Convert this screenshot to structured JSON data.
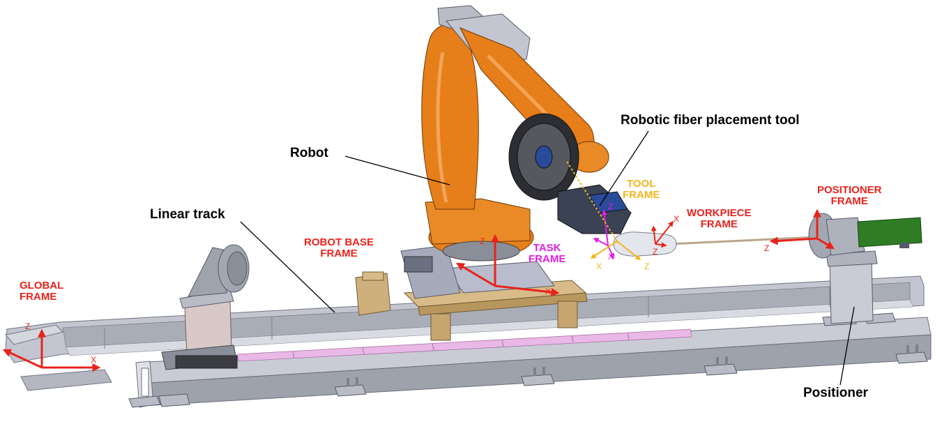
{
  "labels": {
    "robot": "Robot",
    "fiber_tool": "Robotic fiber placement tool",
    "linear_track": "Linear track",
    "positioner": "Positioner",
    "global_frame": [
      "GLOBAL",
      "FRAME"
    ],
    "robot_base_frame": [
      "ROBOT BASE",
      "FRAME"
    ],
    "task_frame": [
      "TASK",
      "FRAME"
    ],
    "tool_frame": [
      "TOOL",
      "FRAME"
    ],
    "workpiece_frame": [
      "WORKPIECE",
      "FRAME"
    ],
    "positioner_frame": [
      "POSITIONER",
      "FRAME"
    ]
  },
  "axes": {
    "x": "X",
    "z": "Z"
  },
  "colors": {
    "frame_red": "#e8231c",
    "task_magenta": "#e01ee0",
    "tool_gold": "#f2b61c",
    "robot_orange": "#e67e1a",
    "rail_gray": "#b9bcc6",
    "wood": "#cfb07c",
    "positioner_green": "#2e7d25",
    "cfrp_pink": "#e9b8e6"
  }
}
